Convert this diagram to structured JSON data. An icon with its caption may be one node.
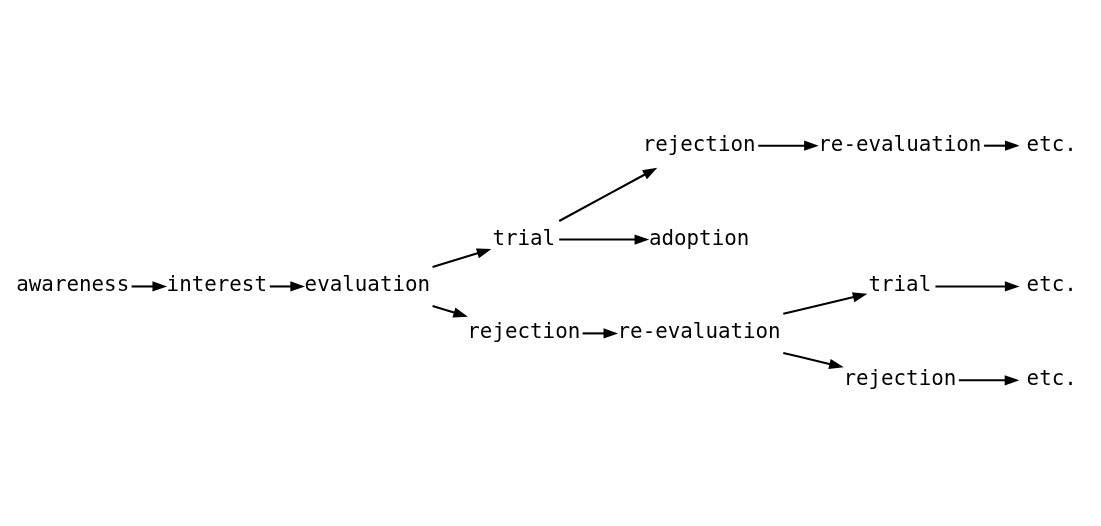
{
  "diagram": {
    "nodes": [
      {
        "text": [
          "awareness"
        ]
      },
      {
        "text": [
          "interest"
        ]
      },
      {
        "text": [
          "evaluation"
        ]
      },
      {
        "text": [
          "trial"
        ]
      },
      {
        "text": [
          "rejection"
        ]
      },
      {
        "text": [
          "re-evaluation"
        ]
      },
      {
        "text": [
          "etc."
        ]
      },
      {
        "text": [
          "adoption"
        ]
      },
      {
        "text": [
          "rejection"
        ]
      },
      {
        "text": [
          "re-evaluation"
        ]
      },
      {
        "text": [
          "trial"
        ]
      },
      {
        "text": [
          "etc."
        ]
      },
      {
        "text": [
          "rejection"
        ]
      },
      {
        "text": [
          "etc."
        ]
      }
    ],
    "edges": [
      {
        "from": 0,
        "to": 1,
        "arrow": "to"
      },
      {
        "from": 1,
        "to": 2,
        "arrow": "to"
      },
      {
        "from": 2,
        "to": 3,
        "arrow": "to"
      },
      {
        "from": 3,
        "to": 4,
        "arrow": "to"
      },
      {
        "from": 4,
        "to": 5,
        "arrow": "to"
      },
      {
        "from": 5,
        "to": 6,
        "arrow": "to"
      },
      {
        "from": 3,
        "to": 7,
        "arrow": "to"
      },
      {
        "from": 2,
        "to": 8,
        "arrow": "to"
      },
      {
        "from": 8,
        "to": 9,
        "arrow": "to"
      },
      {
        "from": 9,
        "to": 10,
        "arrow": "to"
      },
      {
        "from": 10,
        "to": 11,
        "arrow": "to"
      },
      {
        "from": 9,
        "to": 12,
        "arrow": "to"
      },
      {
        "from": 12,
        "to": 13,
        "arrow": "to"
      }
    ]
  }
}
